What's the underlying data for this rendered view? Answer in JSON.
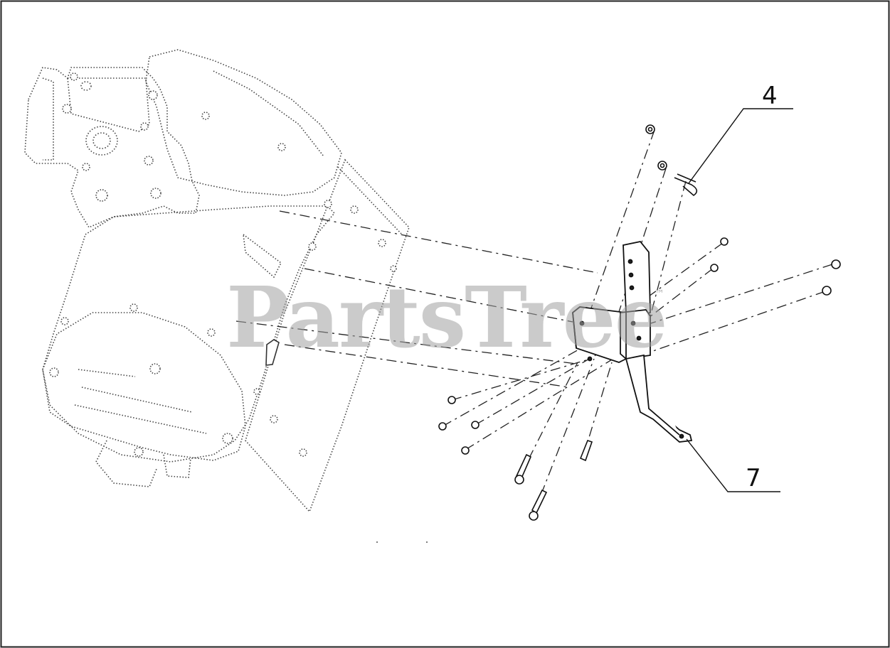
{
  "diagram": {
    "callouts": [
      {
        "id": "4",
        "label": "4"
      },
      {
        "id": "7",
        "label": "7"
      }
    ],
    "watermark": {
      "text": "PartsTree",
      "trademark": "™"
    }
  }
}
